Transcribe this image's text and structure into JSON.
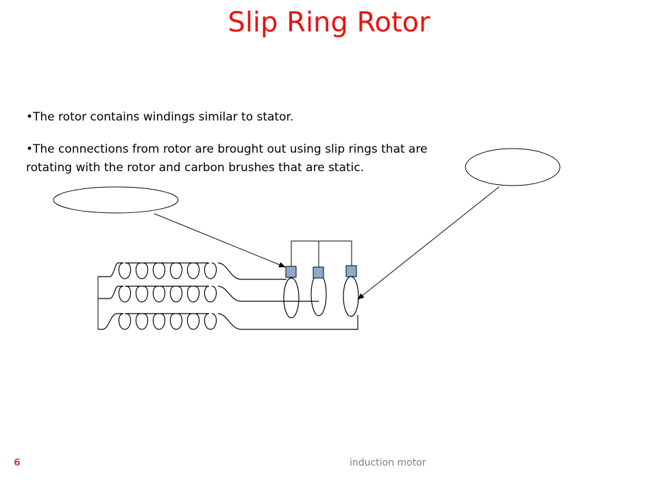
{
  "slide": {
    "title": "Slip Ring Rotor",
    "bullets": [
      "•The rotor contains windings similar to stator.",
      "•The connections from rotor are brought out using slip rings  that are rotating with the rotor and carbon brushes that are static."
    ],
    "page_number": "6",
    "footer": "induction motor"
  },
  "colors": {
    "title": "#e8130f",
    "brush_fill": "#8eaacb",
    "line": "#000000"
  },
  "diagram": {
    "winding_phases": 3,
    "coil_turns_per_winding": 6,
    "slip_rings": 3,
    "carbon_brushes": 3,
    "callouts": 2
  }
}
